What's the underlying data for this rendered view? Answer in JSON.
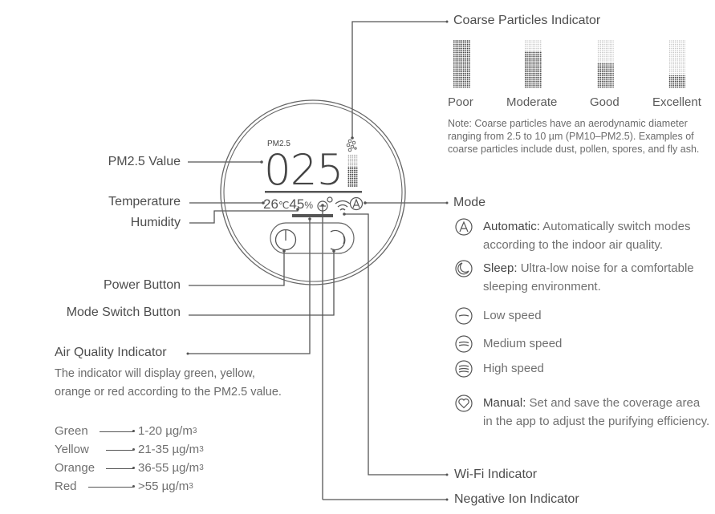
{
  "device": {
    "pm_label": "PM2.5",
    "pm_value": "025",
    "temperature": "26",
    "temperature_unit": "℃",
    "humidity": "45",
    "humidity_unit": "%"
  },
  "callouts": {
    "pm25_value": "PM2.5 Value",
    "temperature": "Temperature",
    "humidity": "Humidity",
    "power_button": "Power Button",
    "mode_switch_button": "Mode Switch Button",
    "mode": "Mode",
    "wifi_indicator": "Wi-Fi Indicator",
    "negative_ion_indicator": "Negative Ion Indicator",
    "coarse_particles_indicator": "Coarse Particles Indicator",
    "air_quality_indicator": "Air Quality Indicator"
  },
  "coarse_particles": {
    "levels": [
      {
        "label": "Poor",
        "fill_fraction": 1.0
      },
      {
        "label": "Moderate",
        "fill_fraction": 0.75
      },
      {
        "label": "Good",
        "fill_fraction": 0.5
      },
      {
        "label": "Excellent",
        "fill_fraction": 0.28
      }
    ],
    "note": "Note: Coarse particles have an aerodynamic diameter ranging from 2.5 to 10 µm (PM10–PM2.5). Examples of coarse particles include dust, pollen, spores, and fly ash."
  },
  "air_quality": {
    "description": "The indicator will display green, yellow, orange or red according to the PM2.5 value.",
    "levels": [
      {
        "color": "Green",
        "range": "1-20 µg/m",
        "sup": "3"
      },
      {
        "color": "Yellow",
        "range": "21-35 µg/m",
        "sup": "3"
      },
      {
        "color": "Orange",
        "range": "36-55 µg/m",
        "sup": "3"
      },
      {
        "color": "Red",
        "range": ">55 µg/m",
        "sup": "3"
      }
    ]
  },
  "modes": [
    {
      "icon": "automatic-mode-icon",
      "key": "Automatic:",
      "text": " Automatically switch modes according to the indoor air quality."
    },
    {
      "icon": "sleep-mode-icon",
      "key": "Sleep:",
      "text": " Ultra-low noise for a comfortable sleeping environment."
    },
    {
      "icon": "low-speed-icon",
      "key": "",
      "text": "Low speed"
    },
    {
      "icon": "medium-speed-icon",
      "key": "",
      "text": "Medium speed"
    },
    {
      "icon": "high-speed-icon",
      "key": "",
      "text": "High speed"
    },
    {
      "icon": "manual-mode-icon",
      "key": "Manual:",
      "text": " Set and save the coverage area in the app to adjust the purifying efficiency."
    }
  ]
}
